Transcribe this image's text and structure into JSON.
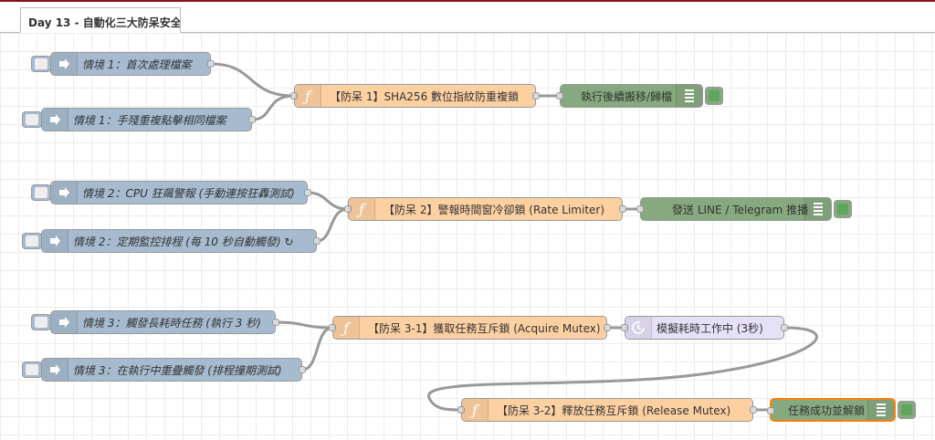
{
  "tab": {
    "title": "Day 13 - 自動化三大防呆安全"
  },
  "flow1": {
    "inject_a": "情境 1：首次處理檔案",
    "inject_b": "情境 1：手殘重複點擊相同檔案",
    "func": "【防呆 1】SHA256 數位指紋防重複鎖",
    "debug": "執行後續搬移/歸檔"
  },
  "flow2": {
    "inject_a": "情境 2：CPU 狂飆警報 (手動連按狂轟測試)",
    "inject_b": "情境 2：定期監控排程 (每 10 秒自動觸發) ↻",
    "func": "【防呆 2】警報時間窗冷卻鎖 (Rate Limiter)",
    "debug": "發送 LINE / Telegram 推播"
  },
  "flow3": {
    "inject_a": "情境 3：觸發長耗時任務 (執行 3 秒)",
    "inject_b": "情境 3：在執行中重疊觸發 (排程撞期測試)",
    "func_acquire": "【防呆 3-1】獲取任務互斥鎖 (Acquire Mutex)",
    "delay": "模擬耗時工作中 (3秒)",
    "func_release": "【防呆 3-2】釋放任務互斥鎖 (Release Mutex)",
    "debug": "任務成功並解鎖"
  },
  "colors": {
    "inject": "#a6bbcf",
    "function": "#fdd0a2",
    "debug": "#87a980",
    "delay": "#e6e0f8",
    "selected": "#ff7f0e",
    "wire": "#999999",
    "header_accent": "#8c101c"
  },
  "icons": {
    "inject": "inject-arrow-icon",
    "function": "function-icon",
    "debug": "debug-list-icon",
    "delay": "timer-icon"
  }
}
